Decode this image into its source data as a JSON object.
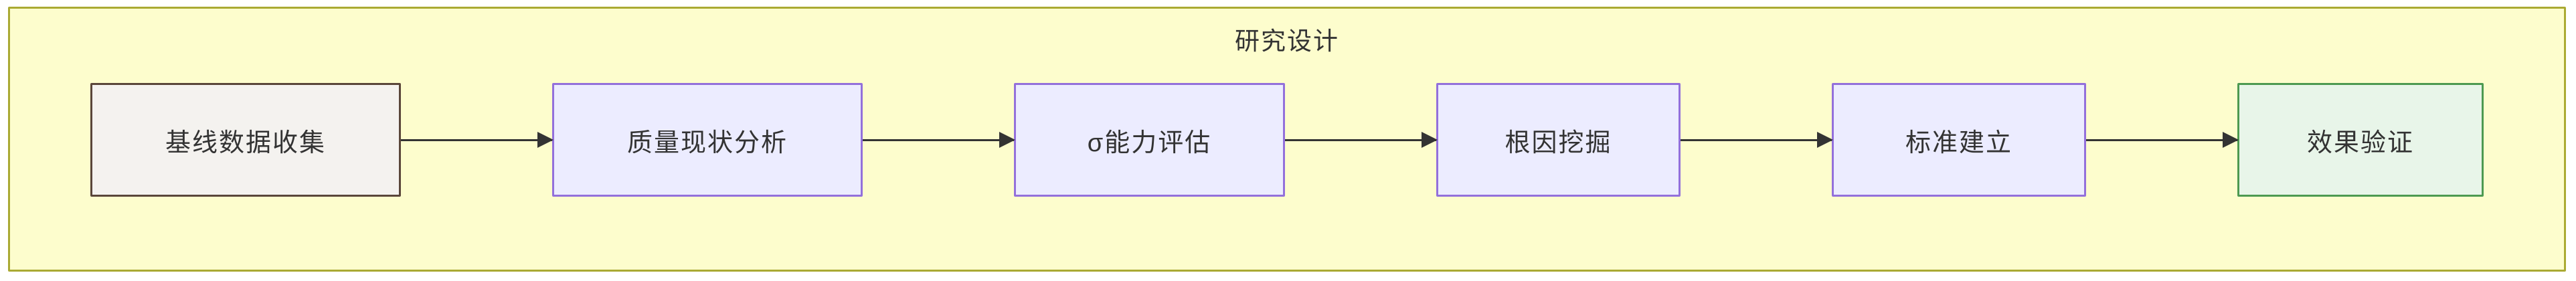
{
  "diagram": {
    "type": "flowchart",
    "direction": "left-to-right",
    "title": "研究设计",
    "nodes": [
      {
        "id": "n1",
        "label": "基线数据收集",
        "fill": "#f4f2ef",
        "stroke": "#5a463a"
      },
      {
        "id": "n2",
        "label": "质量现状分析",
        "fill": "#ececff",
        "stroke": "#9370db"
      },
      {
        "id": "n3",
        "label": "σ能力评估",
        "fill": "#ececff",
        "stroke": "#9370db"
      },
      {
        "id": "n4",
        "label": "根因挖掘",
        "fill": "#ececff",
        "stroke": "#9370db"
      },
      {
        "id": "n5",
        "label": "标准建立",
        "fill": "#ececff",
        "stroke": "#9370db"
      },
      {
        "id": "n6",
        "label": "效果验证",
        "fill": "#e8f5e9",
        "stroke": "#4d9a51"
      }
    ],
    "edges": [
      {
        "from": "基线数据收集",
        "to": "质量现状分析"
      },
      {
        "from": "质量现状分析",
        "to": "σ能力评估"
      },
      {
        "from": "σ能力评估",
        "to": "根因挖掘"
      },
      {
        "from": "根因挖掘",
        "to": "标准建立"
      },
      {
        "from": "标准建立",
        "to": "效果验证"
      }
    ],
    "colors": {
      "container_fill": "#fdfdcd",
      "container_border": "#aaaa33",
      "arrow": "#333333",
      "text": "#333333"
    }
  }
}
